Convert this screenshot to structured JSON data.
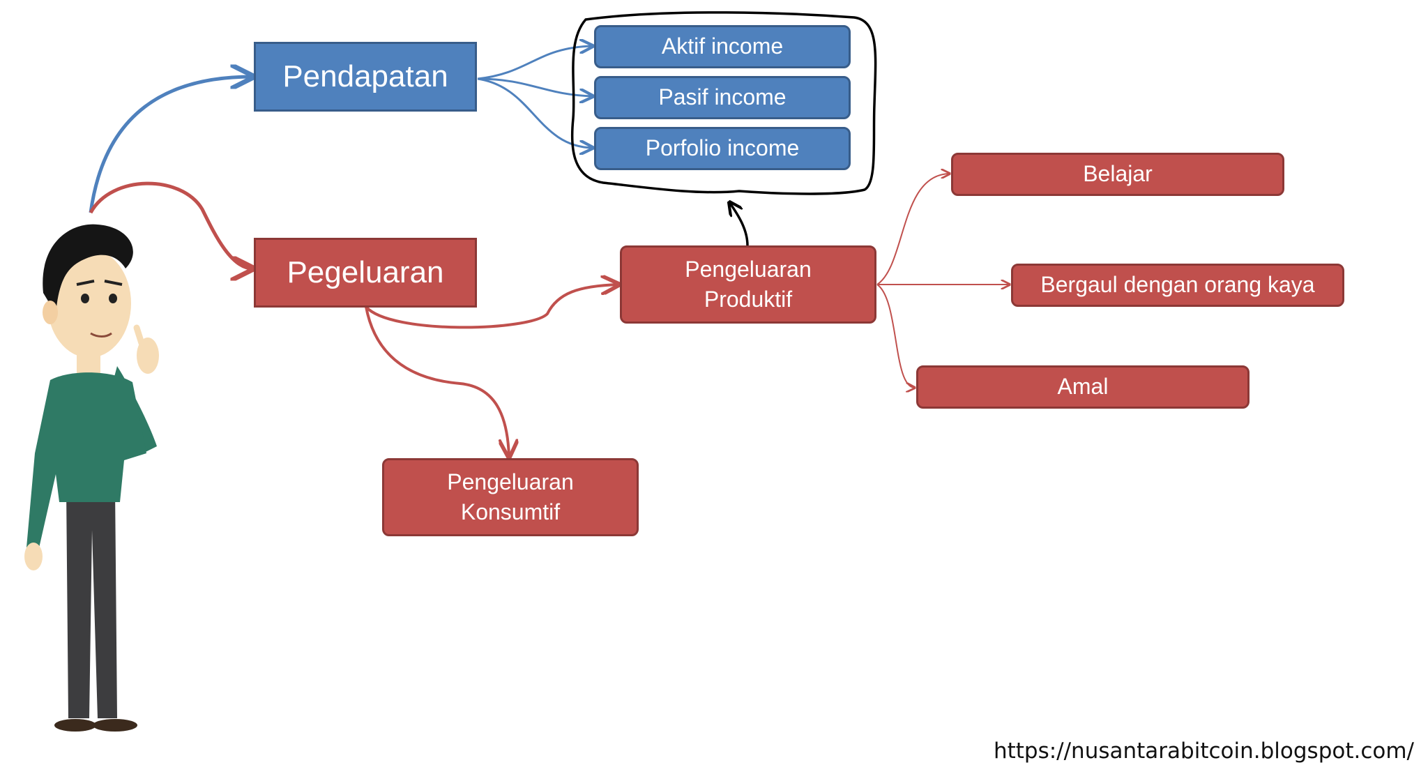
{
  "nodes": {
    "pendapatan": "Pendapatan",
    "pegeluaran": "Pegeluaran",
    "aktif": "Aktif income",
    "pasif": "Pasif income",
    "porfolio": "Porfolio income",
    "produktif": [
      "Pengeluaran",
      "Produktif"
    ],
    "konsumtif": [
      "Pengeluaran",
      "Konsumtif"
    ],
    "belajar": "Belajar",
    "bergaul": "Bergaul dengan orang kaya",
    "amal": "Amal"
  },
  "footer": {
    "url": "https://nusantarabitcoin.blogspot.com/"
  },
  "colors": {
    "income_fill": "#4f81bd",
    "income_border": "#385d8a",
    "expense_fill": "#c0504d",
    "expense_border": "#8c3836",
    "highlight_outline": "#000000"
  },
  "icons": {
    "person": "cartoon-man-thinking"
  }
}
